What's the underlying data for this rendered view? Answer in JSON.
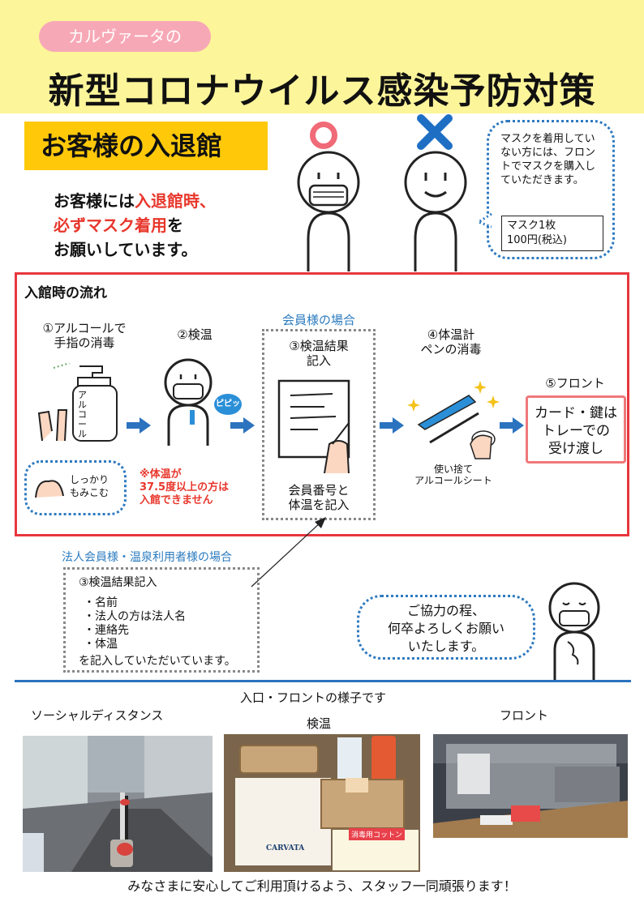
{
  "header": {
    "brand": "カルヴァータの",
    "title": "新型コロナウイルス感染予防対策"
  },
  "section": {
    "label": "お客様の入退館",
    "ok_mark": "○",
    "ng_mark": "✕",
    "request_line1_a": "お客様には",
    "request_line1_b": "入退館時、",
    "request_line2_a": "必ずマスク着用",
    "request_line2_b": "を",
    "request_line3": "お願いしています。"
  },
  "mask_bubble": {
    "text": "マスクを着用していない方には、フロントでマスクを購入していただきます。",
    "price_line1": "マスク1枚",
    "price_line2": "100円(税込)"
  },
  "flow": {
    "title": "入館時の流れ",
    "step1_line1": "①アルコールで",
    "step1_line2": "手指の消毒",
    "bottle_label": "アルコール",
    "rub_line1": "しっかり",
    "rub_line2": "もみこむ",
    "step2": "②検温",
    "beep": "ピピッ",
    "note_line1": "※体温が",
    "note_line2": "37.5度以上の方は",
    "note_line3": "入館できません",
    "member_case": "会員様の場合",
    "step3_line1": "③検温結果",
    "step3_line2": "記入",
    "member_note_line1": "会員番号と",
    "member_note_line2": "体温を記入",
    "step4_line1": "④体温計",
    "step4_line2": "ペンの消毒",
    "sheet_line1": "使い捨て",
    "sheet_line2": "アルコールシート",
    "step5": "⑤フロント",
    "front_line1": "カード・鍵は",
    "front_line2": "トレーでの",
    "front_line3": "受け渡し"
  },
  "corporate": {
    "label": "法人会員様・温泉利用者様の場合",
    "title": "③検温結果記入",
    "items": [
      "・名前",
      "・法人の方は法人名",
      "・連絡先",
      "・体温"
    ],
    "footer": "を記入していただいています。"
  },
  "thanks": {
    "line1": "ご協力の程、",
    "line2": "何卒よろしくお願い",
    "line3": "いたします。"
  },
  "photos": {
    "heading": "入口・フロントの様子です",
    "social": "ソーシャルディスタンス",
    "temp": "検温",
    "front": "フロント",
    "sign_cotton": "消毒用コットン",
    "sign_logo": "CARVATA"
  },
  "footer": "みなさまに安心してご利用頂けるよう、スタッフ一同頑張ります！",
  "colors": {
    "header_bg": "#fdf59a",
    "pill": "#f7a8b6",
    "label_bg": "#ffc90a",
    "red": "#e8372c",
    "blue": "#2b7bbf"
  }
}
